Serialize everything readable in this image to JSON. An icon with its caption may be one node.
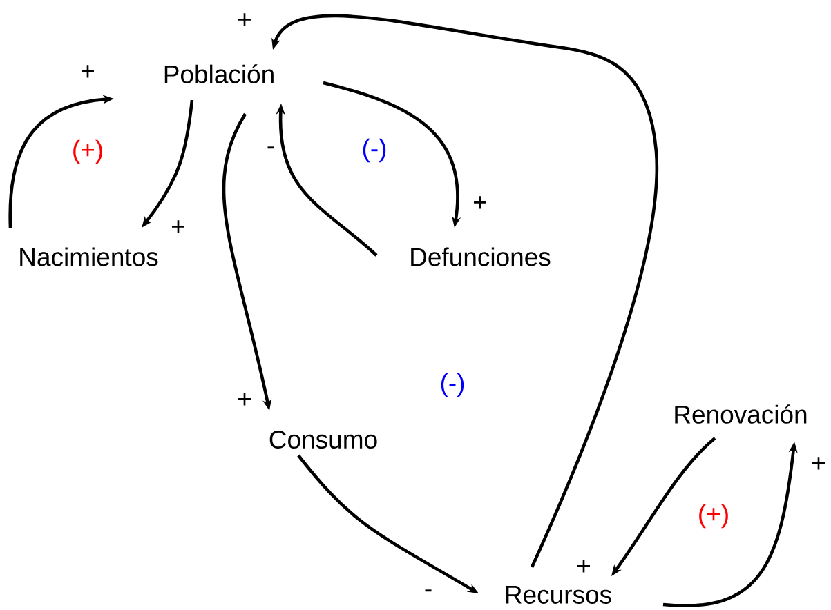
{
  "diagram": {
    "nodes": [
      {
        "text": [
          "Población"
        ]
      },
      {
        "text": [
          "Nacimientos"
        ]
      },
      {
        "text": [
          "Defunciones"
        ]
      },
      {
        "text": [
          "Consumo"
        ]
      },
      {
        "text": [
          "Recursos"
        ]
      },
      {
        "text": [
          "Renovación"
        ]
      }
    ],
    "edges": [
      {
        "from": 1,
        "to": 0,
        "arrow": "to",
        "label": "+"
      },
      {
        "from": 0,
        "to": 1,
        "arrow": "to",
        "label": "+"
      },
      {
        "from": 0,
        "to": 2,
        "arrow": "to",
        "label": "+"
      },
      {
        "from": 2,
        "to": 0,
        "arrow": "to",
        "label": "-"
      },
      {
        "from": 0,
        "to": 3,
        "arrow": "to",
        "label": "+"
      },
      {
        "from": 3,
        "to": 4,
        "arrow": "to",
        "label": "-"
      },
      {
        "from": 4,
        "to": 0,
        "arrow": "to",
        "label": "+"
      },
      {
        "from": 5,
        "to": 4,
        "arrow": "to",
        "label": "+"
      },
      {
        "from": 4,
        "to": 5,
        "arrow": "to",
        "label": "+"
      }
    ],
    "labels": [
      "(+)",
      "(-)",
      "(-)",
      "(+)"
    ]
  }
}
